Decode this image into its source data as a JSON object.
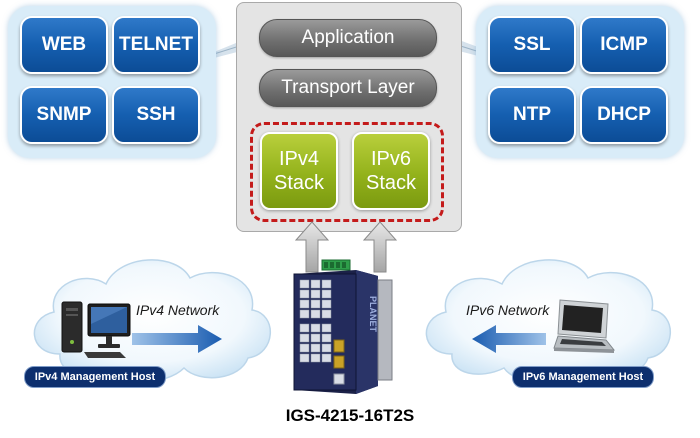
{
  "protocols_left": [
    "WEB",
    "TELNET",
    "SNMP",
    "SSH"
  ],
  "protocols_right": [
    "SSL",
    "ICMP",
    "NTP",
    "DHCP"
  ],
  "stack": {
    "application": "Application",
    "transport": "Transport Layer",
    "ipv4": [
      "IPv4",
      "Stack"
    ],
    "ipv6": [
      "IPv6",
      "Stack"
    ]
  },
  "networks": {
    "ipv4_network": "IPv4 Network",
    "ipv6_network": "IPv6 Network",
    "ipv4_host": "IPv4 Management Host",
    "ipv6_host": "IPv6 Management Host"
  },
  "device": {
    "model": "IGS-4215-16T2S",
    "brand": "PLANET"
  },
  "colors": {
    "protocol_blue": "#155fb0",
    "stack_green": "#93b21b",
    "dashed_red": "#c41b1b",
    "arrow_blue": "#1a5cb0"
  }
}
